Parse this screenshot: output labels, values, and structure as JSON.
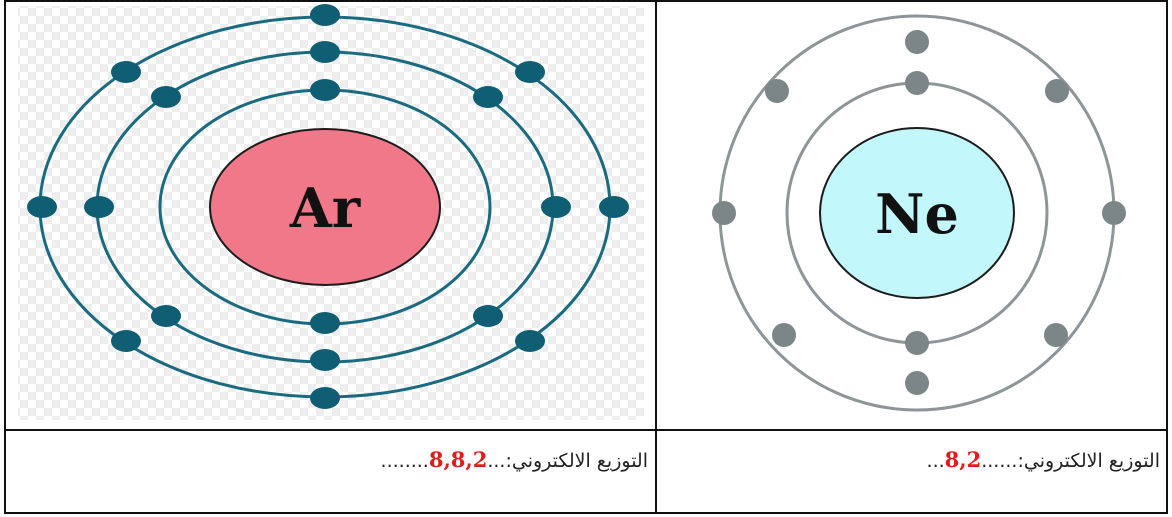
{
  "atoms": [
    {
      "symbol": "Ar",
      "label": "التوزيع الالكتروني:",
      "lead_dots": "...",
      "configuration": "8,8,2",
      "trail_dots": "........",
      "nucleus_color": "#f07888",
      "orbit_color": "#1a6a80",
      "electron_color": "#0f5e74"
    },
    {
      "symbol": "Ne",
      "label": "التوزيع الالكتروني:",
      "lead_dots": "......",
      "configuration": "8,2",
      "trail_dots": "...",
      "nucleus_color": "#c2f7fb",
      "orbit_color": "#8e9598",
      "electron_color": "#7c8587"
    }
  ]
}
